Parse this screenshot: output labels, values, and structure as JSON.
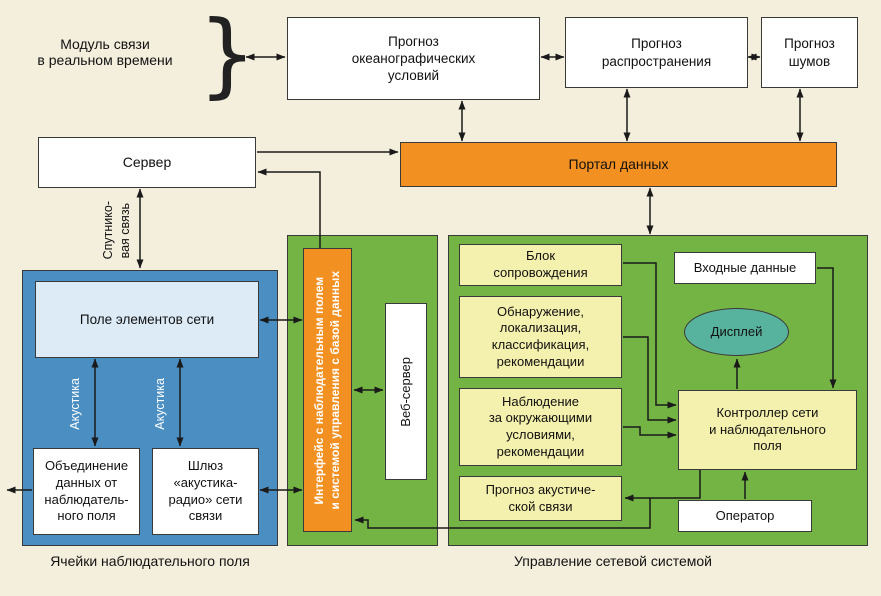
{
  "colors": {
    "background": "#f4efdd",
    "portal_orange": "#f29022",
    "container_green": "#74b445",
    "container_blue": "#4a8ec2",
    "module_yellow": "#f4f0ad",
    "field_lightblue": "#dcebf6",
    "display_teal": "#57b29e",
    "line": "#1a1a1a"
  },
  "top": {
    "module_label": "Модуль связи\nв реальном времени",
    "brace": "}",
    "forecasts": {
      "ocean": "Прогноз\nокеанографических\nусловий",
      "propagation": "Прогноз\nраспространения",
      "noise": "Прогноз\nшумов"
    },
    "server": "Сервер",
    "portal": "Портал данных",
    "satellite_link": "Спутнико-\nвая связь"
  },
  "field_cluster": {
    "caption": "Ячейки наблюдательного поля",
    "field": "Поле элементов сети",
    "acoustics_left": "Акустика",
    "acoustics_right": "Акустика",
    "data_merge": "Объединение\nданных от\nнаблюдатель-\nного поля",
    "gateway": "Шлюз\n«акустика-\nрадио» сети\nсвязи"
  },
  "middleware": {
    "interface": "Интерфейс с наблюдательным полем\nи системой управления с базой данных",
    "web_server": "Веб-сервер"
  },
  "control_cluster": {
    "caption": "Управление сетевой системой",
    "tracking": "Блок\nсопровождения",
    "input_data": "Входные данные",
    "detection": "Обнаружение,\nлокализация,\nклассификация,\nрекомендации",
    "display": "Дисплей",
    "environment": "Наблюдение\nза окружающими\nусловиями,\nрекомендации",
    "controller": "Контроллер сети\nи наблюдательного\nполя",
    "acoustic_forecast": "Прогноз акустиче-\nской связи",
    "operator": "Оператор"
  }
}
